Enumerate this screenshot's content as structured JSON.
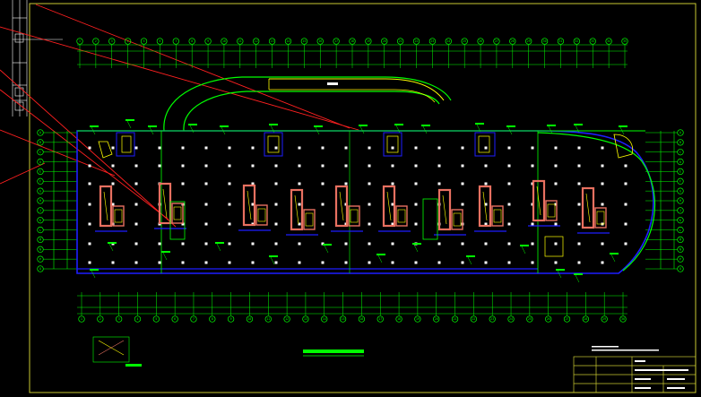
{
  "colors": {
    "background": "#000000",
    "frame": "#c8c832",
    "wall": "#1e1eff",
    "dimension": "#00ff00",
    "axis_bubble": "#00ff00",
    "stair_core": "#e87060",
    "annotation": "#ffff00",
    "leader": "#ff2020",
    "column": "#ffffff",
    "cyan": "#00e0e0"
  },
  "drawing": {
    "title": "",
    "scale_note": ""
  },
  "top_axes": {
    "labels": [
      "1",
      "2",
      "3",
      "4",
      "5",
      "6",
      "7",
      "8",
      "9",
      "10",
      "11",
      "12",
      "13",
      "14",
      "15",
      "16",
      "17",
      "18",
      "19",
      "20",
      "21",
      "22",
      "23",
      "24",
      "25",
      "26",
      "27",
      "28",
      "29",
      "30",
      "31",
      "32",
      "33",
      "34",
      "35"
    ]
  },
  "bottom_axes": {
    "labels": [
      "1",
      "2",
      "3",
      "4",
      "5",
      "6",
      "7",
      "8",
      "9",
      "10",
      "11",
      "12",
      "13",
      "14",
      "15",
      "16",
      "17",
      "18",
      "19",
      "20",
      "21",
      "22",
      "23",
      "24",
      "25",
      "26",
      "27",
      "28",
      "29",
      "30"
    ]
  },
  "side_axes": {
    "left": [
      "A",
      "B",
      "C",
      "D",
      "E",
      "F",
      "G",
      "H",
      "J",
      "K",
      "L",
      "M",
      "N",
      "P",
      "Q"
    ],
    "right": [
      "A",
      "B",
      "C",
      "D",
      "E",
      "F",
      "G",
      "H",
      "J",
      "K",
      "L",
      "M",
      "N",
      "P",
      "Q"
    ]
  },
  "title_block": {
    "rows": [
      "",
      "",
      "",
      ""
    ]
  },
  "legend": {
    "title": ""
  }
}
